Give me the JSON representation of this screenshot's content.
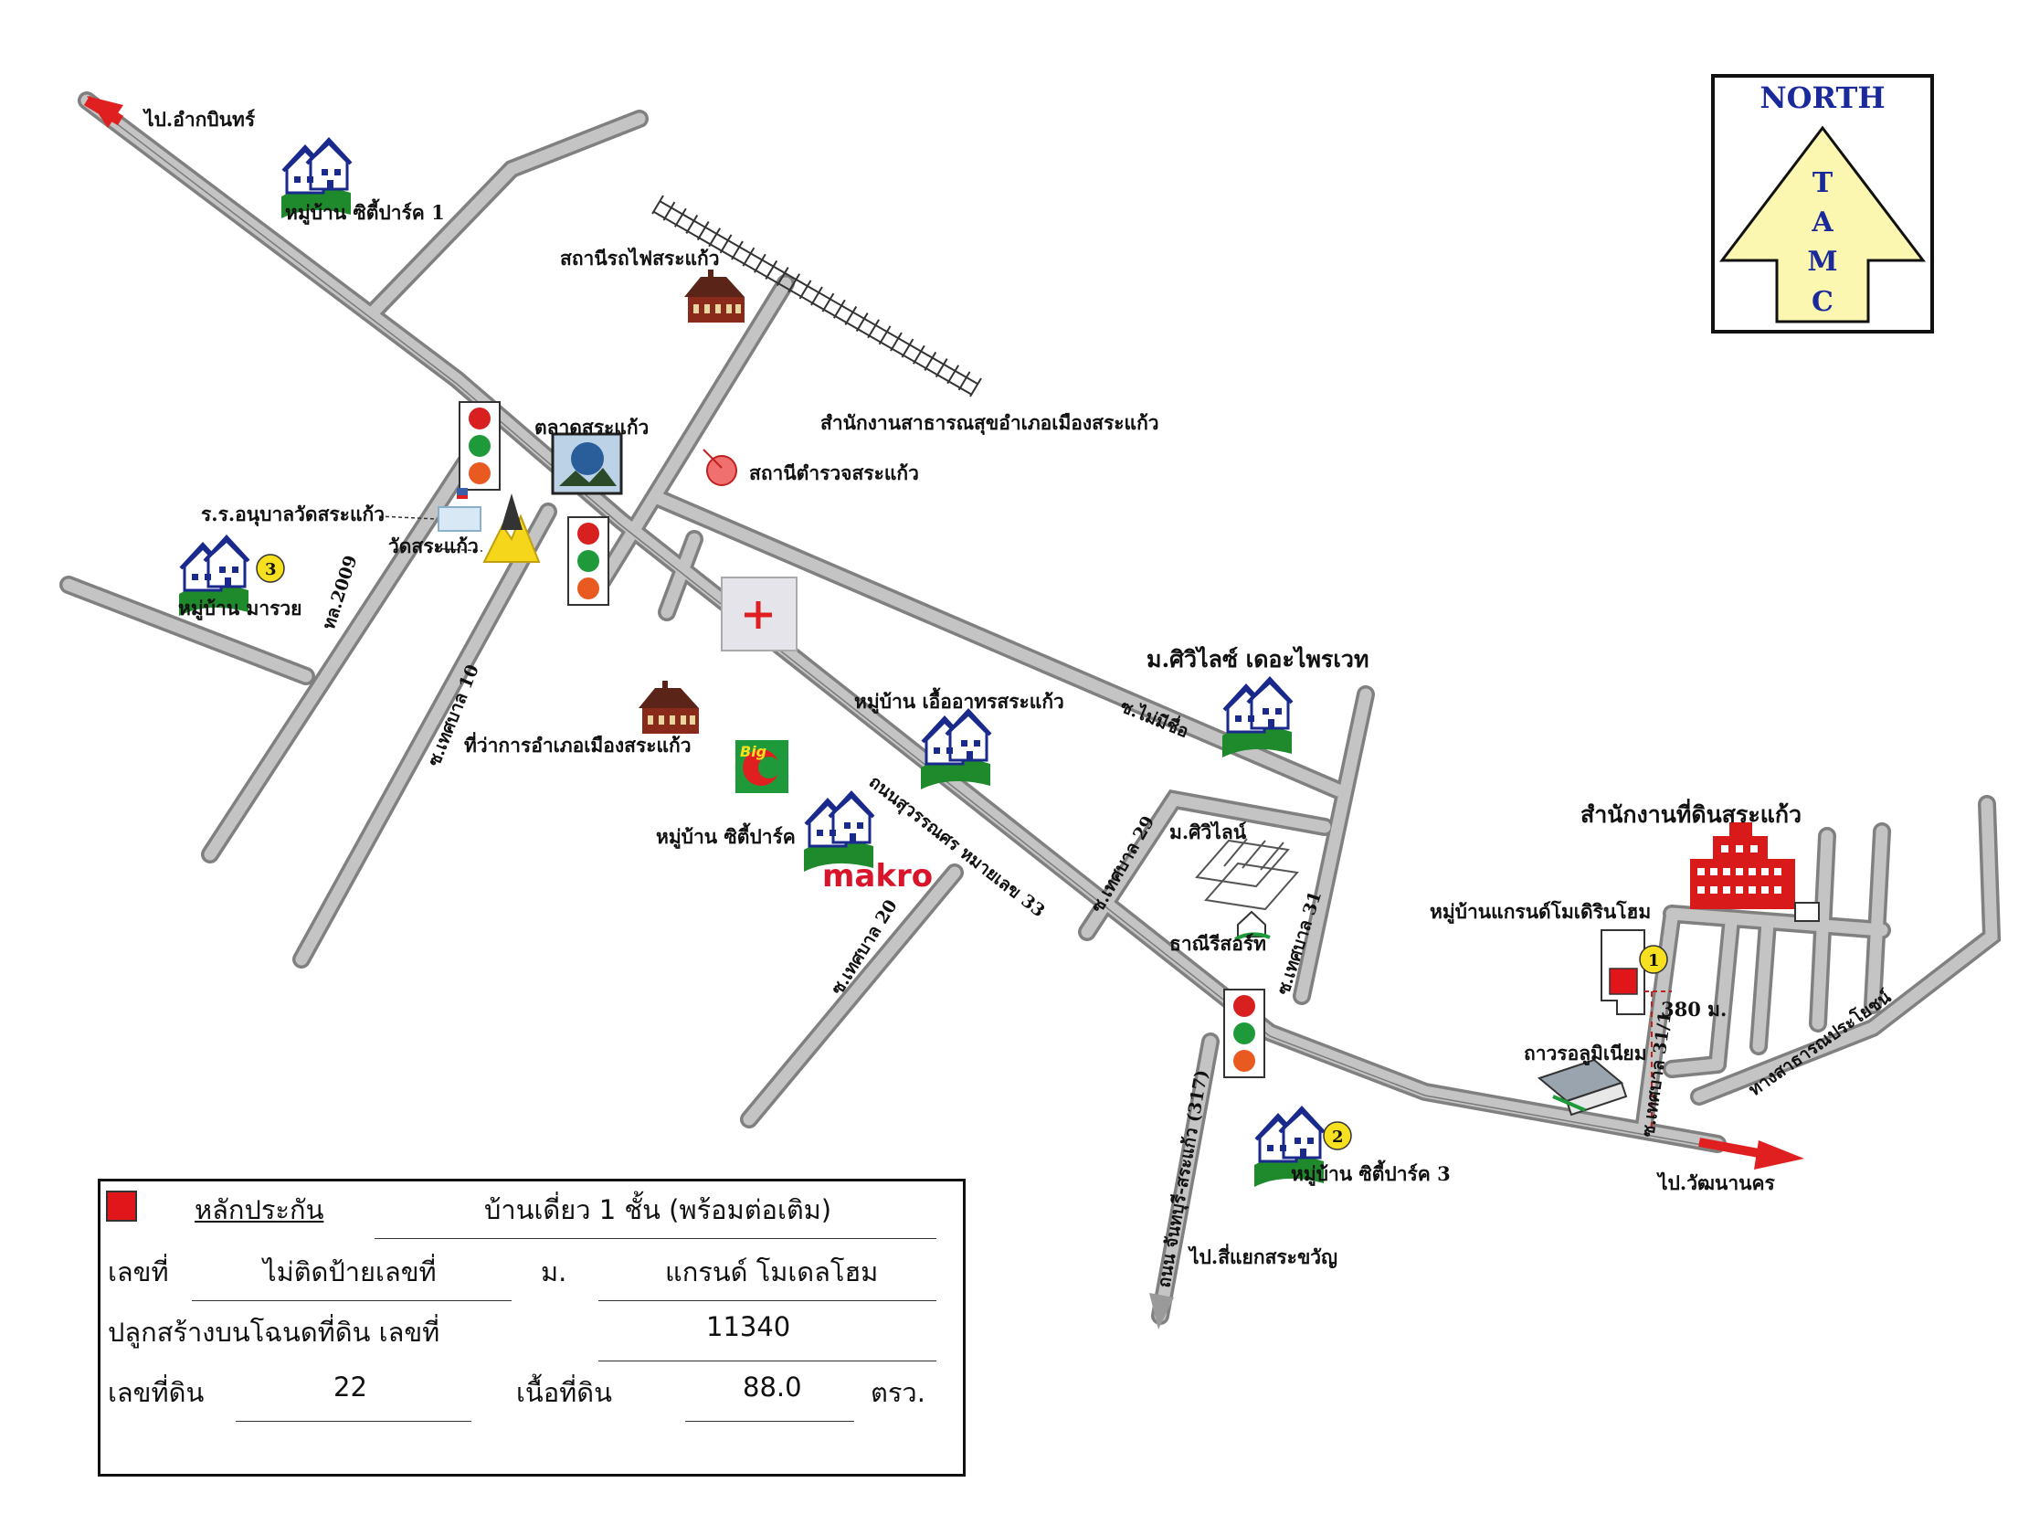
{
  "north": {
    "word": "NORTH",
    "stack": [
      "T",
      "A",
      "M",
      "C"
    ]
  },
  "labels": {
    "to_amphoe_top": "ไป.อำกบินทร์",
    "city_park_1": "หมู่บ้าน ซิตี้ปาร์ค 1",
    "railway_station": "สถานีรถไฟสระแก้ว",
    "market": "ตลาดสระแก้ว",
    "public_health_office": "สำนักงานสาธารณสุขอำเภอเมืองสระแก้ว",
    "police_station": "สถานีตำรวจสระแก้ว",
    "kindergarten": "ร.ร.อนุบาลวัดสระแก้ว",
    "temple": "วัดสระแก้ว",
    "marui_village": "หมู่บ้าน มารวย",
    "marui_num": "3",
    "road_2009": "ทล.2009",
    "soi_10": "ซ.เทศบาล 10",
    "district_office": "ที่ว่าการอำเภอเมืองสระแก้ว",
    "big_c": "Big",
    "ua_village": "หมู่บ้าน เอื้ออาทรสระแก้ว",
    "city_life": "ม.ศิวิไลซ์ เดอะไพรเวท",
    "soi_mai": "ซ.ไม่มีชื่อ",
    "city_park": "หมู่บ้าน ซิตี้ปาร์ค",
    "makro": "makro",
    "suwannason": "ถนนสุวรรณศร หมายเลข 33",
    "soi_29": "ซ.เทศบาล 29",
    "m_civil": "ม.ศิวิไลน์",
    "tanee_store": "ธาณีรีสอร์ท",
    "soi_31": "ซ.เทศบาล 31",
    "soi_20": "ซ.เทศบาล 20",
    "land_office": "สำนักงานที่ดินสระแก้ว",
    "grand_modern": "หมู่บ้านแกรนด์โมเดิรินโฮม",
    "grand_num": "1",
    "dist_380": "380 ม.",
    "aluminium": "ถาวรอลูมิเนียม",
    "public_way": "ทางสาธารณประโยชน์",
    "soi_31_1": "ซ.เทศบาล 31/1",
    "to_watthana": "ไป.วัฒนานคร",
    "chanthaburi_road": "ถนน จันทบุรี-สระแก้ว (317)",
    "to_sa_kaeo_junction": "ไป.สี่แยกสระขวัญ",
    "city_park_3": "หมู่บ้าน ซิตี้ปาร์ค 3",
    "city_park_3_num": "2"
  },
  "colors": {
    "road": "#b7b7b7",
    "road_edge": "#808080",
    "collateral": "#e0161b",
    "arrow": "#e02020",
    "north_fill": "#fbf7b0"
  },
  "info": {
    "collateral": "หลักประกัน",
    "house_type": "บ้านเดี่ยว 1 ชั้น  (พร้อมต่อเติม)",
    "no_label": "เลขที่",
    "no_value": "ไม่ติดป้ายเลขที่",
    "moo_label": "ม.",
    "moo_value": "แกรนด์ โมเดลโฮม",
    "deed_label": "ปลูกสร้างบนโฉนดที่ดิน เลขที่",
    "deed_value": "11340",
    "land_no_label": "เลขที่ดิน",
    "land_no_value": "22",
    "area_label": "เนื้อที่ดิน",
    "area_value": "88.0",
    "area_unit": "ตรว."
  }
}
